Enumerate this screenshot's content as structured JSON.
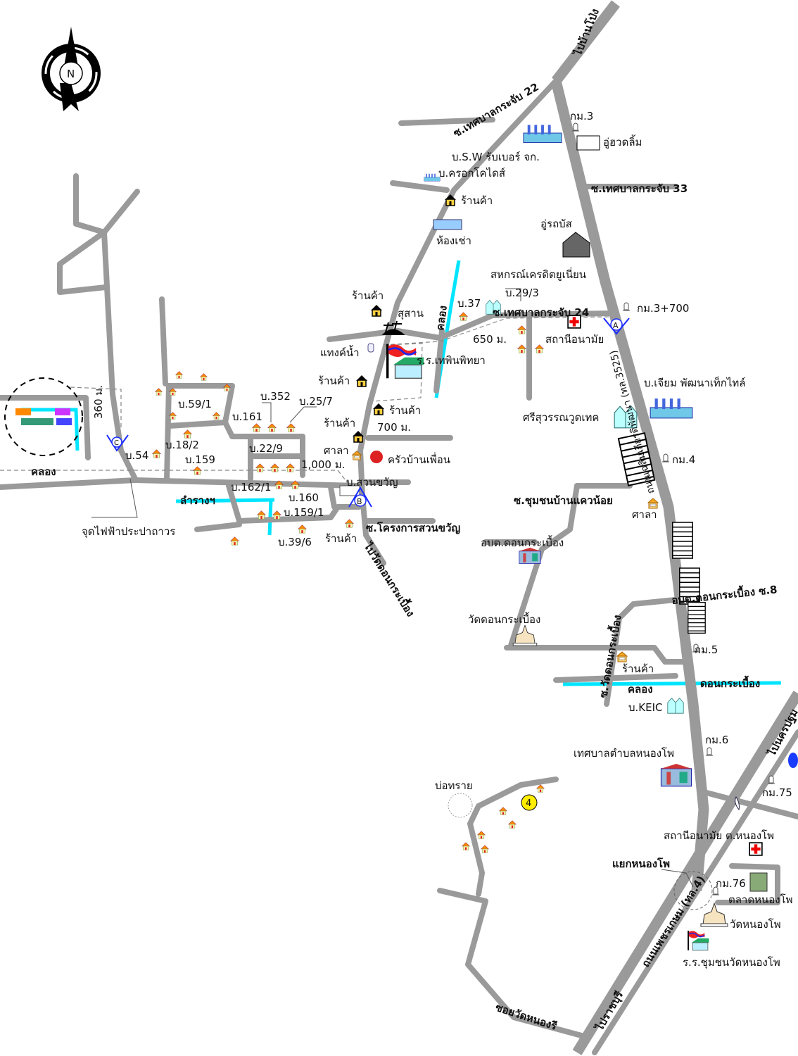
{
  "compass": {
    "north_label": "N"
  },
  "colors": {
    "road": "#9a9a9a",
    "water": "#00e5ff",
    "marker": "#1a2cff",
    "house_roof": "#ff8c00",
    "point_marker": "#ffee00"
  },
  "routes": {
    "to_ban_pong": "ไปบ้านโป่ง",
    "to_nakhon_pathom": "ไปนครปฐม",
    "to_ratchaburi": "ไปราชบุรี",
    "to_wat_don_krabueang": "ไปวัดดอนกระเบื้อง",
    "main_road": "ถนนเฉลิมเกียรติพัฒนา (ทล.3525)",
    "phetkasem": "ถนนเพชรเกษม (ทล.4)"
  },
  "streets": {
    "soi_22": "ซ.เทศบาลกระจับ 22",
    "soi_33": "ซ.เทศบาลกระจับ 33",
    "soi_24": "ซ.เทศบาลกระจับ 24",
    "soi_suan_khwan": "ซ.โครงการสวนขวัญ",
    "soi_khwae_noi": "ซ.ชุมชนบ้านแควน้อย",
    "soi_8": "อบต.ดอนกระเบื้อง ซ.8",
    "soi_wat": "ซ.วัดดอนกระเบื้อง",
    "soi_nong_ri": "ซอยวัดหนองรี"
  },
  "places": {
    "km3": "กม.3",
    "huat_lim": "อู่ฮวดลิ้ม",
    "sw_rubber": "บ.S.W รับเบอร์ จก.",
    "crocodile": "บ.ครอกโคไดส์",
    "shop1": "ร้านค้า",
    "rent": "ห้องเช่า",
    "bus_garage": "อู่รถบัส",
    "credit_union": "สหกรณ์เครดิตยูเนี่ยน",
    "b29_3": "บ.29/3",
    "b37": "บ.37",
    "shop2": "ร้านค้า",
    "cemetery": "สุสาน",
    "canal1": "คลอง",
    "km3_700": "กม.3+700",
    "d650": "650 ม.",
    "health1": "สถานีอนามัย",
    "water_tank": "แทงค์น้ำ",
    "school1": "ร.ร.เทพินพิทยา",
    "shop3": "ร้านค้า",
    "jiam": "บ.เจียม พัฒนาเท็กไทล์",
    "srisuwan": "ศรีสุวรรณวูดเทค",
    "km4": "กม.4",
    "shop4": "ร้านค้า",
    "shop5": "ร้านค้า",
    "d700": "700 ม.",
    "sala1": "ศาลา",
    "krua": "ครัวบ้านเพื่อน",
    "d1000": "1,000 ม.",
    "suan_khwan": "บ.สวนขวัญ",
    "shop6": "ร้านค้า",
    "b352": "บ.352",
    "b25_7": "บ.25/7",
    "b161": "บ.161",
    "b59_1": "บ.59/1",
    "b18_2": "บ.18/2",
    "b54": "บ.54",
    "b159": "บ.159",
    "b22_9": "บ.22/9",
    "b162_1": "บ.162/1",
    "b160": "บ.160",
    "b159_1": "บ.159/1",
    "b39_6": "บ.39/6",
    "lamrang": "ลำรางฯ",
    "power": "จุดไฟฟ้าประปาถาวร",
    "d360": "360 ม.",
    "canal2": "คลอง",
    "sala2": "ศาลา",
    "obt": "อบต.ดอนกระเบื้อง",
    "wat_don": "วัดดอนกระเบื้อง",
    "shop7": "ร้านค้า",
    "canal3": "คลอง",
    "don_krabueang": "ดอนกระเบื้อง",
    "keic": "บ.KEIC",
    "km5": "กม.5",
    "km6": "กม.6",
    "municipality": "เทศบาลตำบลหนองโพ",
    "km75": "กม.75",
    "health2": "สถานีอนามัย ต.หนองโพ",
    "junction": "แยกหนองโพ",
    "km76": "กม.76",
    "market": "ตลาดหนองโพ",
    "wat_nong_pho": "วัดหนองโพ",
    "school2": "ร.ร.ชุมชนวัดหนองโพ",
    "sand_pit": "บ่อทราย",
    "point4": "4"
  },
  "markers": {
    "a": "A",
    "b": "B",
    "c": "C"
  }
}
